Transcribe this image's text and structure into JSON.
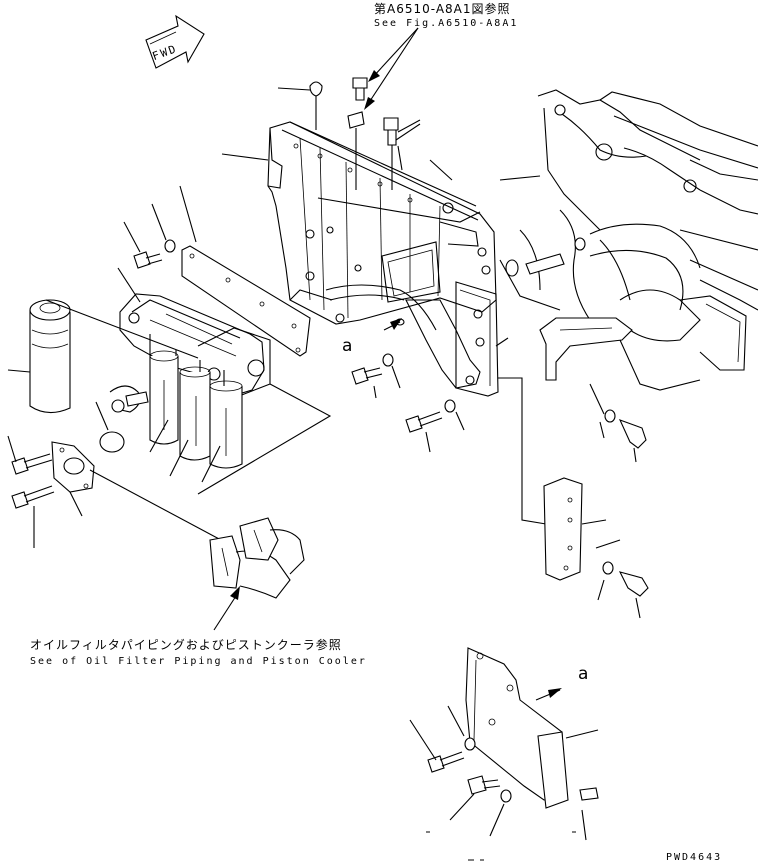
{
  "references": {
    "top_jp": "第A6510-A8A1図参照",
    "top_en": "See Fig.A6510-A8A1",
    "bottom_jp": "オイルフィルタパイピングおよびピストンクーラ参照",
    "bottom_en": "See of Oil Filter Piping and Piston Cooler"
  },
  "direction_arrow": {
    "label": "FWD"
  },
  "detail_labels": {
    "main": "a",
    "detail": "a"
  },
  "drawing_code": "PWD4643",
  "icons": [
    "fwd-arrow-icon",
    "callout-arrow-icon"
  ]
}
